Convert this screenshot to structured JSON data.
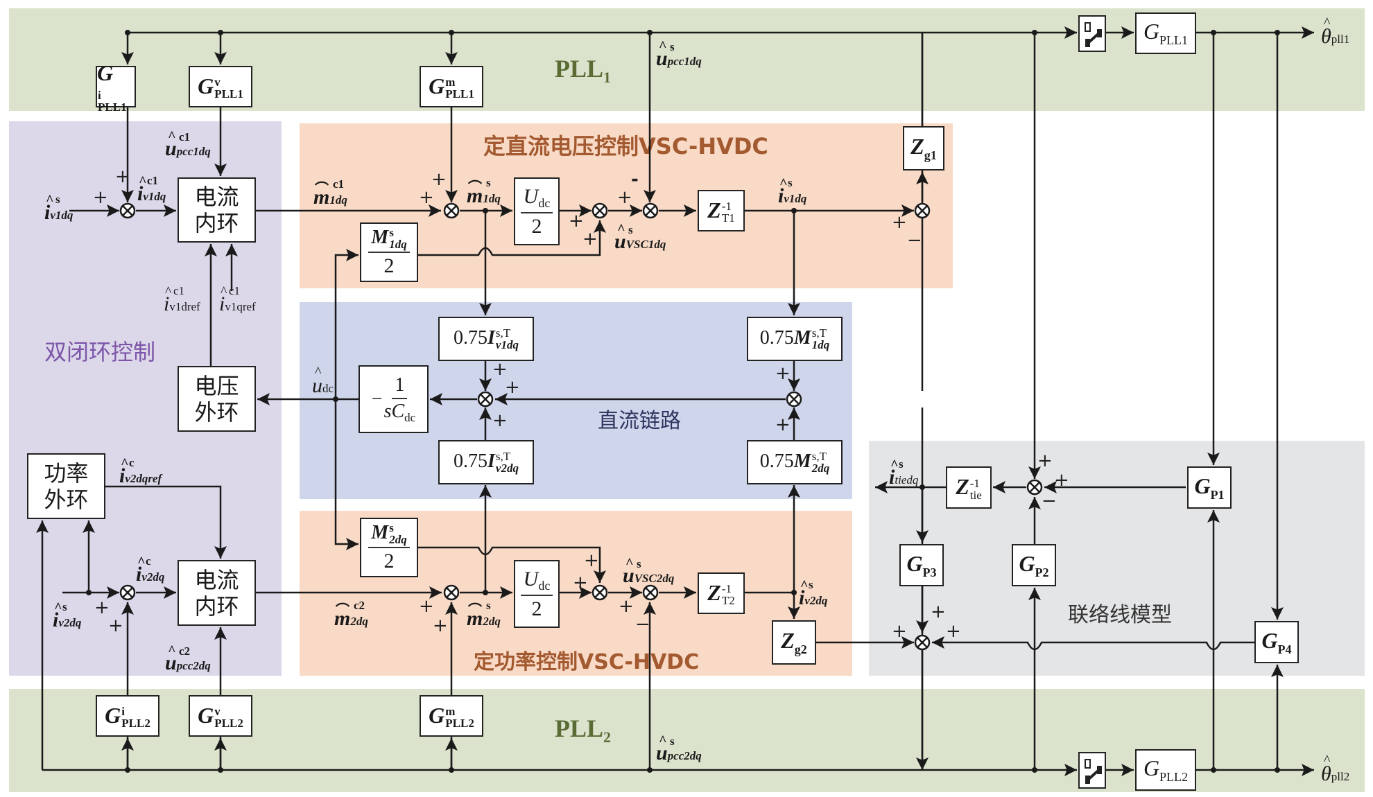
{
  "regions": {
    "pll1": {
      "label": "PLL",
      "sub": "1",
      "color": "#dbe3cd",
      "text_color": "#5a6b34"
    },
    "pll2": {
      "label": "PLL",
      "sub": "2",
      "color": "#dbe3cd",
      "text_color": "#5a6b34"
    },
    "dual_loop": {
      "label": "双闭环控制",
      "color": "#dcd8ea",
      "text_color": "#7c55a8"
    },
    "vsc1": {
      "label": "定直流电压控制VSC-HVDC",
      "color": "#f8dac6",
      "text_color": "#a45a30"
    },
    "dc_link": {
      "label": "直流链路",
      "color": "#cfd5ea",
      "text_color": "#2e3560"
    },
    "vsc2": {
      "label": "定功率控制VSC-HVDC",
      "color": "#f8dac6",
      "text_color": "#a45a30"
    },
    "tie_line": {
      "label": "联络线模型",
      "color": "#e4e5e7",
      "text_color": "#333333"
    }
  },
  "blocks": {
    "g_pll1_i": {
      "base": "G",
      "sup": "i",
      "sub": "PLL1"
    },
    "g_pll1_v": {
      "base": "G",
      "sup": "v",
      "sub": "PLL1"
    },
    "g_pll1_m": {
      "base": "G",
      "sup": "m",
      "sub": "PLL1"
    },
    "g_pll1": {
      "base": "G",
      "sub": "PLL1"
    },
    "g_pll2_i": {
      "base": "G",
      "sup": "i",
      "sub": "PLL2"
    },
    "g_pll2_v": {
      "base": "G",
      "sup": "v",
      "sub": "PLL2"
    },
    "g_pll2_m": {
      "base": "G",
      "sup": "m",
      "sub": "PLL2"
    },
    "g_pll2": {
      "base": "G",
      "sub": "PLL2"
    },
    "current_loop_1": {
      "line1": "电流",
      "line2": "内环"
    },
    "current_loop_2": {
      "line1": "电流",
      "line2": "内环"
    },
    "voltage_outer": {
      "line1": "电压",
      "line2": "外环"
    },
    "power_outer": {
      "line1": "功率",
      "line2": "外环"
    },
    "udc_half_1": {
      "num": "U",
      "num_sub": "dc",
      "den": "2"
    },
    "udc_half_2": {
      "num": "U",
      "num_sub": "dc",
      "den": "2"
    },
    "m1_half": {
      "num": "M",
      "num_sup": "s",
      "num_sub": "1dq",
      "den": "2"
    },
    "m2_half": {
      "num": "M",
      "num_sup": "s",
      "num_sub": "2dq",
      "den": "2"
    },
    "zt1_inv": {
      "base": "Z",
      "sup": "-1",
      "sub": "T1"
    },
    "zt2_inv": {
      "base": "Z",
      "sup": "-1",
      "sub": "T2"
    },
    "zg1": {
      "base": "Z",
      "sub": "g1"
    },
    "zg2": {
      "base": "Z",
      "sub": "g2"
    },
    "i_v1": {
      "coef": "0.75",
      "base": "I",
      "sup": "s,T",
      "sub": "v1dq"
    },
    "i_v2": {
      "coef": "0.75",
      "base": "I",
      "sup": "s,T",
      "sub": "v2dq"
    },
    "m_1": {
      "coef": "0.75",
      "base": "M",
      "sup": "s,T",
      "sub": "1dq"
    },
    "m_2": {
      "coef": "0.75",
      "base": "M",
      "sup": "s,T",
      "sub": "2dq"
    },
    "cdc": {
      "prefix": "−",
      "num": "1",
      "den": "sC",
      "den_sub": "dc"
    },
    "ztie_inv": {
      "base": "Z",
      "sup": "-1",
      "sub": "tie"
    },
    "gp1": {
      "base": "G",
      "sub": "P1"
    },
    "gp2": {
      "base": "G",
      "sub": "P2"
    },
    "gp3": {
      "base": "G",
      "sub": "P3"
    },
    "gp4": {
      "base": "G",
      "sub": "P4"
    }
  },
  "signals": {
    "theta_pll1": {
      "base": "θ",
      "sub": "pll1"
    },
    "theta_pll2": {
      "base": "θ",
      "sub": "pll2"
    },
    "u_pcc1_s": {
      "base": "u",
      "sup": "s",
      "sub": "pcc1dq"
    },
    "u_pcc2_s": {
      "base": "u",
      "sup": "s",
      "sub": "pcc2dq"
    },
    "u_pcc1_c": {
      "base": "u",
      "sup": "c1",
      "sub": "pcc1dq"
    },
    "u_pcc2_c": {
      "base": "u",
      "sup": "c2",
      "sub": "pcc2dq"
    },
    "i_v1_s": {
      "base": "i",
      "sup": "s",
      "sub": "v1dq"
    },
    "i_v1_c": {
      "base": "i",
      "sup": "c1",
      "sub": "v1dq"
    },
    "i_v2_s_in": {
      "base": "i",
      "sup": "s",
      "sub": "v2dq"
    },
    "i_v2_c": {
      "base": "i",
      "sup": "c",
      "sub": "v2dq"
    },
    "i_v2_ref": {
      "base": "i",
      "sup": "c",
      "sub": "v2dqref"
    },
    "i_v1dref": {
      "base": "i",
      "sup": "c1",
      "sub": "v1dref"
    },
    "i_v1qref": {
      "base": "i",
      "sup": "c1",
      "sub": "v1qref"
    },
    "m1_c": {
      "base": "m",
      "sup": "c1",
      "sub": "1dq"
    },
    "m1_s": {
      "base": "m",
      "sup": "s",
      "sub": "1dq"
    },
    "m2_c": {
      "base": "m",
      "sup": "c2",
      "sub": "2dq"
    },
    "m2_s": {
      "base": "m",
      "sup": "s",
      "sub": "2dq"
    },
    "u_vsc1": {
      "base": "u",
      "sup": "s",
      "sub": "VSC1dq"
    },
    "u_vsc2": {
      "base": "u",
      "sup": "s",
      "sub": "VSC2dq"
    },
    "i_v1_out": {
      "base": "i",
      "sup": "s",
      "sub": "v1dq"
    },
    "i_v2_out": {
      "base": "i",
      "sup": "s",
      "sub": "v2dq"
    },
    "u_dc": {
      "base": "u",
      "sub": "dc"
    },
    "i_tie": {
      "base": "i",
      "sup": "s",
      "sub": "tiedq"
    }
  },
  "signs": {
    "plus": "+",
    "minus": "−",
    "minus_short": "-"
  }
}
